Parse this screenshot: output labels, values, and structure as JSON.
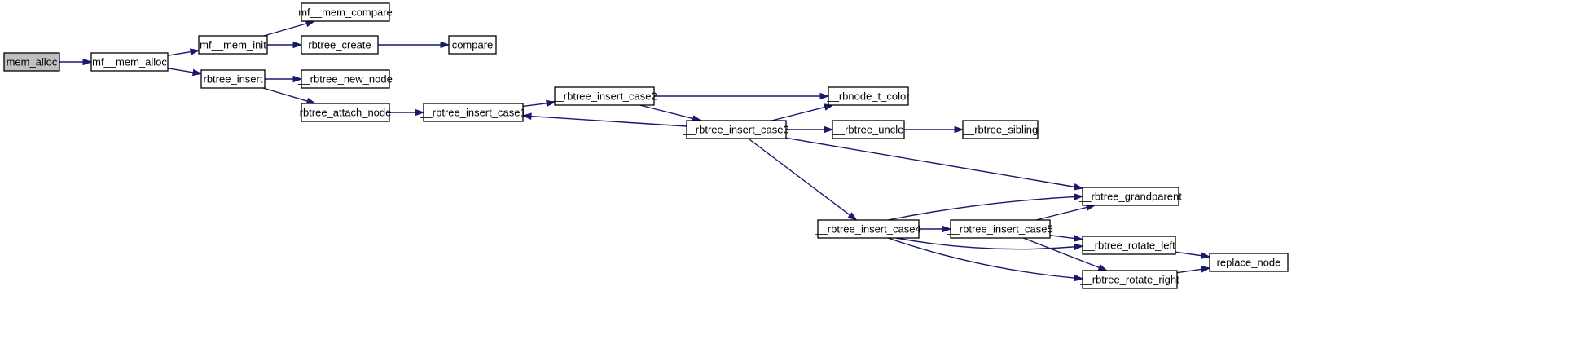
{
  "diagram": {
    "colors": {
      "edge": "#191970",
      "node_border": "#000000",
      "node_fill": "#ffffff",
      "root_fill": "#bfbfbf"
    },
    "nodes": [
      {
        "id": "mem_alloc",
        "label": "mem_alloc",
        "root": true
      },
      {
        "id": "mf__mem_alloc",
        "label": "mf__mem_alloc"
      },
      {
        "id": "mf__mem_init",
        "label": "mf__mem_init"
      },
      {
        "id": "mf__mem_compare",
        "label": "mf__mem_compare"
      },
      {
        "id": "rbtree_create",
        "label": "rbtree_create"
      },
      {
        "id": "compare",
        "label": "compare"
      },
      {
        "id": "rbtree_insert",
        "label": "rbtree_insert"
      },
      {
        "id": "__rbtree_new_node",
        "label": "__rbtree_new_node"
      },
      {
        "id": "rbtree_attach_node",
        "label": "rbtree_attach_node"
      },
      {
        "id": "__rbtree_insert_case1",
        "label": "__rbtree_insert_case1"
      },
      {
        "id": "__rbtree_insert_case2",
        "label": "__rbtree_insert_case2"
      },
      {
        "id": "__rbtree_insert_case3",
        "label": "__rbtree_insert_case3"
      },
      {
        "id": "__rbnode_t_color",
        "label": "__rbnode_t_color"
      },
      {
        "id": "__rbtree_uncle",
        "label": "__rbtree_uncle"
      },
      {
        "id": "__rbtree_sibling",
        "label": "__rbtree_sibling"
      },
      {
        "id": "__rbtree_grandparent",
        "label": "__rbtree_grandparent"
      },
      {
        "id": "__rbtree_insert_case4",
        "label": "__rbtree_insert_case4"
      },
      {
        "id": "__rbtree_insert_case5",
        "label": "__rbtree_insert_case5"
      },
      {
        "id": "__rbtree_rotate_left",
        "label": "__rbtree_rotate_left"
      },
      {
        "id": "__rbtree_rotate_right",
        "label": "__rbtree_rotate_right"
      },
      {
        "id": "replace_node",
        "label": "replace_node"
      }
    ],
    "edges": [
      {
        "from": "mem_alloc",
        "to": "mf__mem_alloc"
      },
      {
        "from": "mf__mem_alloc",
        "to": "mf__mem_init"
      },
      {
        "from": "mf__mem_alloc",
        "to": "rbtree_insert"
      },
      {
        "from": "mf__mem_init",
        "to": "mf__mem_compare"
      },
      {
        "from": "mf__mem_init",
        "to": "rbtree_create"
      },
      {
        "from": "rbtree_create",
        "to": "compare"
      },
      {
        "from": "rbtree_insert",
        "to": "__rbtree_new_node"
      },
      {
        "from": "rbtree_insert",
        "to": "rbtree_attach_node"
      },
      {
        "from": "rbtree_attach_node",
        "to": "__rbtree_insert_case1"
      },
      {
        "from": "__rbtree_insert_case1",
        "to": "__rbtree_insert_case2"
      },
      {
        "from": "__rbtree_insert_case2",
        "to": "__rbnode_t_color"
      },
      {
        "from": "__rbtree_insert_case2",
        "to": "__rbtree_insert_case3"
      },
      {
        "from": "__rbtree_insert_case3",
        "to": "__rbtree_insert_case1"
      },
      {
        "from": "__rbtree_insert_case3",
        "to": "__rbnode_t_color"
      },
      {
        "from": "__rbtree_insert_case3",
        "to": "__rbtree_uncle"
      },
      {
        "from": "__rbtree_insert_case3",
        "to": "__rbtree_grandparent"
      },
      {
        "from": "__rbtree_insert_case3",
        "to": "__rbtree_insert_case4"
      },
      {
        "from": "__rbtree_uncle",
        "to": "__rbtree_sibling"
      },
      {
        "from": "__rbtree_insert_case4",
        "to": "__rbtree_grandparent"
      },
      {
        "from": "__rbtree_insert_case4",
        "to": "__rbtree_insert_case5"
      },
      {
        "from": "__rbtree_insert_case4",
        "to": "__rbtree_rotate_left"
      },
      {
        "from": "__rbtree_insert_case4",
        "to": "__rbtree_rotate_right"
      },
      {
        "from": "__rbtree_insert_case5",
        "to": "__rbtree_grandparent"
      },
      {
        "from": "__rbtree_insert_case5",
        "to": "__rbtree_rotate_left"
      },
      {
        "from": "__rbtree_insert_case5",
        "to": "__rbtree_rotate_right"
      },
      {
        "from": "__rbtree_rotate_left",
        "to": "replace_node"
      },
      {
        "from": "__rbtree_rotate_right",
        "to": "replace_node"
      }
    ]
  }
}
